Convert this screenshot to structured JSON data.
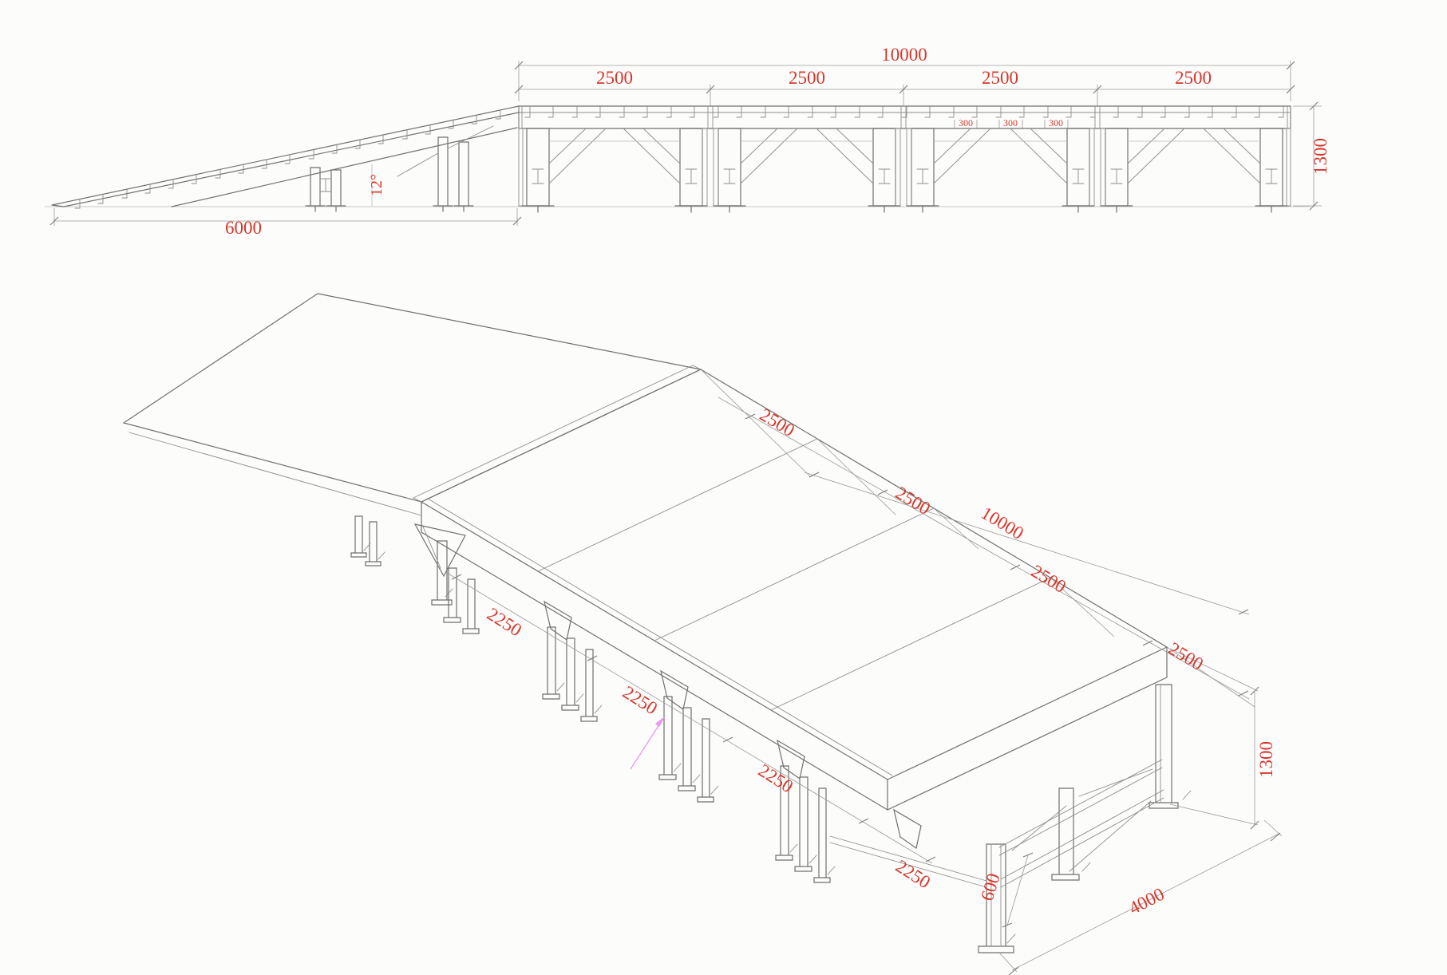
{
  "elevation": {
    "total_length": "10000",
    "bays": [
      "2500",
      "2500",
      "2500",
      "2500"
    ],
    "cleat_dims": [
      "300",
      "300",
      "300"
    ],
    "height": "1300",
    "ramp_run": "6000",
    "ramp_angle": "12°"
  },
  "isometric": {
    "total_length": "10000",
    "top_bays": [
      "2500",
      "2500",
      "2500",
      "2500"
    ],
    "front_modules": [
      "2250",
      "2250",
      "2250",
      "2250"
    ],
    "height": "1300",
    "width": "4000",
    "base_offset": "600"
  },
  "colors": {
    "dimension_text": "#d6372c",
    "structure_line": "#707070",
    "light_line": "#b9b9b9",
    "leader_arrow": "#ee96ee",
    "background": "#fcfcfb"
  }
}
